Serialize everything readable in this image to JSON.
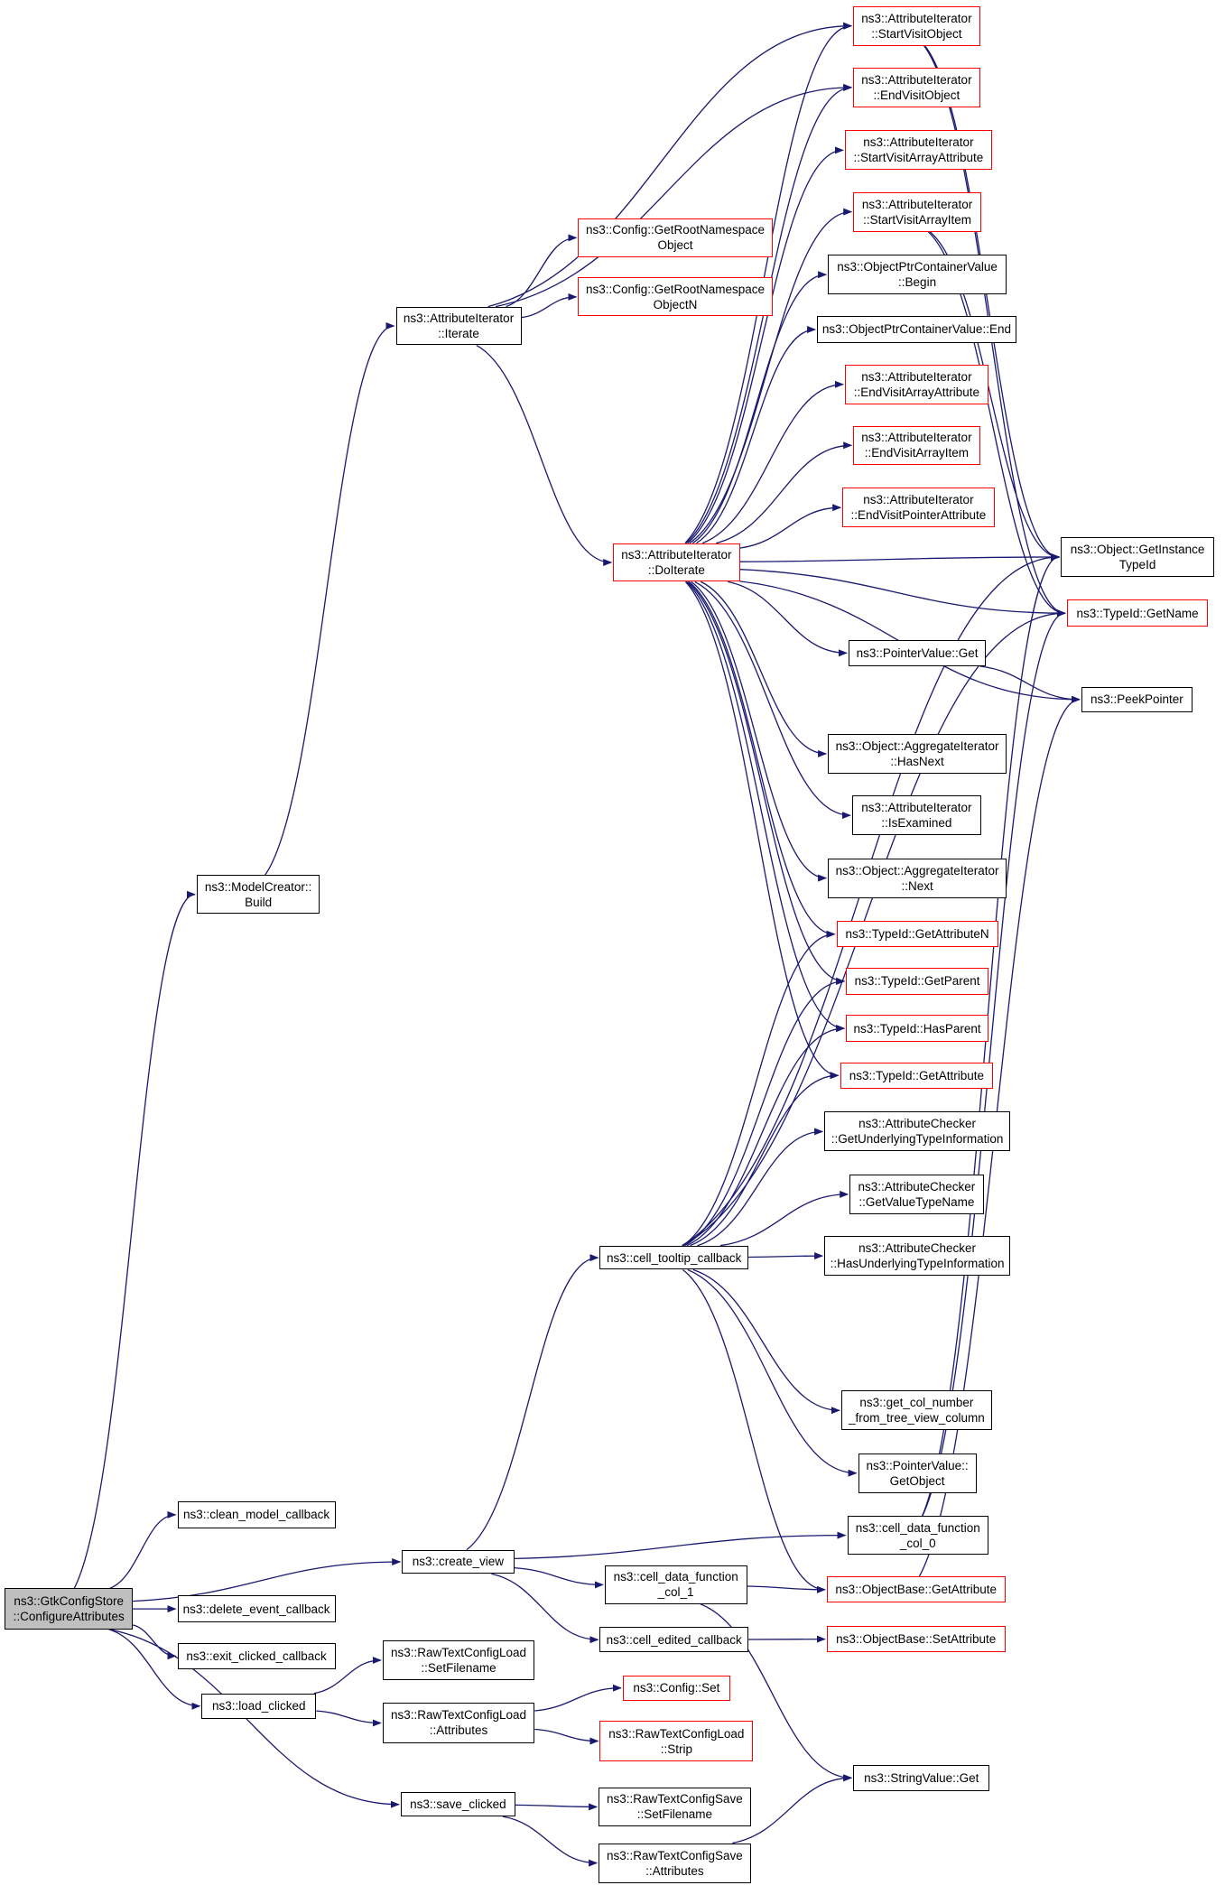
{
  "colors": {
    "edge": "#191970",
    "normal_border": "#000000",
    "link_border": "#ff0000",
    "root_fill": "#bfbfbf"
  },
  "nodes": [
    {
      "id": "root",
      "lines": [
        "ns3::GtkConfigStore",
        "::ConfigureAttributes"
      ],
      "style": "root"
    },
    {
      "id": "modelcreator_build",
      "lines": [
        "ns3::ModelCreator::",
        "Build"
      ],
      "style": "normal"
    },
    {
      "id": "clean_model",
      "lines": [
        "ns3::clean_model_callback"
      ],
      "style": "normal"
    },
    {
      "id": "create_view",
      "lines": [
        "ns3::create_view"
      ],
      "style": "normal"
    },
    {
      "id": "delete_event",
      "lines": [
        "ns3::delete_event_callback"
      ],
      "style": "normal"
    },
    {
      "id": "exit_clicked",
      "lines": [
        "ns3::exit_clicked_callback"
      ],
      "style": "normal"
    },
    {
      "id": "load_clicked",
      "lines": [
        "ns3::load_clicked"
      ],
      "style": "normal"
    },
    {
      "id": "save_clicked",
      "lines": [
        "ns3::save_clicked"
      ],
      "style": "normal"
    },
    {
      "id": "ai_iterate",
      "lines": [
        "ns3::AttributeIterator",
        "::Iterate"
      ],
      "style": "normal"
    },
    {
      "id": "get_root_ns",
      "lines": [
        "ns3::Config::GetRootNamespace",
        "Object"
      ],
      "style": "red"
    },
    {
      "id": "get_root_ns_n",
      "lines": [
        "ns3::Config::GetRootNamespace",
        "ObjectN"
      ],
      "style": "red"
    },
    {
      "id": "ai_doiterate",
      "lines": [
        "ns3::AttributeIterator",
        "::DoIterate"
      ],
      "style": "red"
    },
    {
      "id": "cell_tooltip",
      "lines": [
        "ns3::cell_tooltip_callback"
      ],
      "style": "normal"
    },
    {
      "id": "cell_data_col1",
      "lines": [
        "ns3::cell_data_function",
        "_col_1"
      ],
      "style": "normal"
    },
    {
      "id": "cell_edited",
      "lines": [
        "ns3::cell_edited_callback"
      ],
      "style": "normal"
    },
    {
      "id": "rtcl_setfilename",
      "lines": [
        "ns3::RawTextConfigLoad",
        "::SetFilename"
      ],
      "style": "normal"
    },
    {
      "id": "rtcl_attributes",
      "lines": [
        "ns3::RawTextConfigLoad",
        "::Attributes"
      ],
      "style": "normal"
    },
    {
      "id": "config_set",
      "lines": [
        "ns3::Config::Set"
      ],
      "style": "red"
    },
    {
      "id": "rtcl_strip",
      "lines": [
        "ns3::RawTextConfigLoad",
        "::Strip"
      ],
      "style": "red"
    },
    {
      "id": "rtcs_setfilename",
      "lines": [
        "ns3::RawTextConfigSave",
        "::SetFilename"
      ],
      "style": "normal"
    },
    {
      "id": "rtcs_attributes",
      "lines": [
        "ns3::RawTextConfigSave",
        "::Attributes"
      ],
      "style": "normal"
    },
    {
      "id": "start_visit_object",
      "lines": [
        "ns3::AttributeIterator",
        "::StartVisitObject"
      ],
      "style": "red"
    },
    {
      "id": "end_visit_object",
      "lines": [
        "ns3::AttributeIterator",
        "::EndVisitObject"
      ],
      "style": "red"
    },
    {
      "id": "start_visit_array_attr",
      "lines": [
        "ns3::AttributeIterator",
        "::StartVisitArrayAttribute"
      ],
      "style": "red"
    },
    {
      "id": "start_visit_array_item",
      "lines": [
        "ns3::AttributeIterator",
        "::StartVisitArrayItem"
      ],
      "style": "red"
    },
    {
      "id": "opcv_begin",
      "lines": [
        "ns3::ObjectPtrContainerValue",
        "::Begin"
      ],
      "style": "normal"
    },
    {
      "id": "opcv_end",
      "lines": [
        "ns3::ObjectPtrContainerValue::End"
      ],
      "style": "normal"
    },
    {
      "id": "end_visit_array_attr",
      "lines": [
        "ns3::AttributeIterator",
        "::EndVisitArrayAttribute"
      ],
      "style": "red"
    },
    {
      "id": "end_visit_array_item",
      "lines": [
        "ns3::AttributeIterator",
        "::EndVisitArrayItem"
      ],
      "style": "red"
    },
    {
      "id": "end_visit_pointer_attr",
      "lines": [
        "ns3::AttributeIterator",
        "::EndVisitPointerAttribute"
      ],
      "style": "red"
    },
    {
      "id": "pointervalue_get",
      "lines": [
        "ns3::PointerValue::Get"
      ],
      "style": "normal"
    },
    {
      "id": "agg_hasnext",
      "lines": [
        "ns3::Object::AggregateIterator",
        "::HasNext"
      ],
      "style": "normal"
    },
    {
      "id": "ai_isexamined",
      "lines": [
        "ns3::AttributeIterator",
        "::IsExamined"
      ],
      "style": "normal"
    },
    {
      "id": "agg_next",
      "lines": [
        "ns3::Object::AggregateIterator",
        "::Next"
      ],
      "style": "normal"
    },
    {
      "id": "typeid_getattrn",
      "lines": [
        "ns3::TypeId::GetAttributeN"
      ],
      "style": "red"
    },
    {
      "id": "typeid_getparent",
      "lines": [
        "ns3::TypeId::GetParent"
      ],
      "style": "red"
    },
    {
      "id": "typeid_hasparent",
      "lines": [
        "ns3::TypeId::HasParent"
      ],
      "style": "red"
    },
    {
      "id": "typeid_getattr",
      "lines": [
        "ns3::TypeId::GetAttribute"
      ],
      "style": "red"
    },
    {
      "id": "ac_underlying_info",
      "lines": [
        "ns3::AttributeChecker",
        "::GetUnderlyingTypeInformation"
      ],
      "style": "normal"
    },
    {
      "id": "ac_valuetypename",
      "lines": [
        "ns3::AttributeChecker",
        "::GetValueTypeName"
      ],
      "style": "normal"
    },
    {
      "id": "ac_has_underlying",
      "lines": [
        "ns3::AttributeChecker",
        "::HasUnderlyingTypeInformation"
      ],
      "style": "normal"
    },
    {
      "id": "get_col_number",
      "lines": [
        "ns3::get_col_number",
        "_from_tree_view_column"
      ],
      "style": "normal"
    },
    {
      "id": "pointervalue_getobject",
      "lines": [
        "ns3::PointerValue::",
        "GetObject"
      ],
      "style": "normal"
    },
    {
      "id": "cell_data_col0",
      "lines": [
        "ns3::cell_data_function",
        "_col_0"
      ],
      "style": "normal"
    },
    {
      "id": "objbase_getattr",
      "lines": [
        "ns3::ObjectBase::GetAttribute"
      ],
      "style": "red"
    },
    {
      "id": "objbase_setattr",
      "lines": [
        "ns3::ObjectBase::SetAttribute"
      ],
      "style": "red"
    },
    {
      "id": "stringvalue_get",
      "lines": [
        "ns3::StringValue::Get"
      ],
      "style": "normal"
    },
    {
      "id": "object_getinstancetypeid",
      "lines": [
        "ns3::Object::GetInstance",
        "TypeId"
      ],
      "style": "normal"
    },
    {
      "id": "typeid_getname",
      "lines": [
        "ns3::TypeId::GetName"
      ],
      "style": "red"
    },
    {
      "id": "peekpointer",
      "lines": [
        "ns3::PeekPointer"
      ],
      "style": "normal"
    }
  ],
  "edges": [
    [
      "root",
      "modelcreator_build"
    ],
    [
      "root",
      "clean_model"
    ],
    [
      "root",
      "create_view"
    ],
    [
      "root",
      "delete_event"
    ],
    [
      "root",
      "exit_clicked"
    ],
    [
      "root",
      "load_clicked"
    ],
    [
      "root",
      "save_clicked"
    ],
    [
      "modelcreator_build",
      "ai_iterate"
    ],
    [
      "ai_iterate",
      "start_visit_object"
    ],
    [
      "ai_iterate",
      "get_root_ns"
    ],
    [
      "ai_iterate",
      "get_root_ns_n"
    ],
    [
      "ai_iterate",
      "ai_doiterate"
    ],
    [
      "ai_iterate",
      "end_visit_object"
    ],
    [
      "ai_doiterate",
      "start_visit_object"
    ],
    [
      "ai_doiterate",
      "end_visit_object"
    ],
    [
      "ai_doiterate",
      "start_visit_array_attr"
    ],
    [
      "ai_doiterate",
      "start_visit_array_item"
    ],
    [
      "ai_doiterate",
      "opcv_begin"
    ],
    [
      "ai_doiterate",
      "opcv_end"
    ],
    [
      "ai_doiterate",
      "end_visit_array_attr"
    ],
    [
      "ai_doiterate",
      "end_visit_array_item"
    ],
    [
      "ai_doiterate",
      "end_visit_pointer_attr"
    ],
    [
      "ai_doiterate",
      "object_getinstancetypeid"
    ],
    [
      "ai_doiterate",
      "typeid_getname"
    ],
    [
      "ai_doiterate",
      "pointervalue_get"
    ],
    [
      "ai_doiterate",
      "peekpointer"
    ],
    [
      "ai_doiterate",
      "agg_hasnext"
    ],
    [
      "ai_doiterate",
      "ai_isexamined"
    ],
    [
      "ai_doiterate",
      "agg_next"
    ],
    [
      "ai_doiterate",
      "typeid_getattrn"
    ],
    [
      "ai_doiterate",
      "typeid_getparent"
    ],
    [
      "ai_doiterate",
      "typeid_hasparent"
    ],
    [
      "ai_doiterate",
      "typeid_getattr"
    ],
    [
      "start_visit_object",
      "object_getinstancetypeid"
    ],
    [
      "start_visit_object",
      "typeid_getname"
    ],
    [
      "start_visit_array_item",
      "object_getinstancetypeid"
    ],
    [
      "start_visit_array_item",
      "typeid_getname"
    ],
    [
      "pointervalue_get",
      "peekpointer"
    ],
    [
      "create_view",
      "cell_tooltip"
    ],
    [
      "create_view",
      "cell_data_col0"
    ],
    [
      "create_view",
      "cell_data_col1"
    ],
    [
      "create_view",
      "cell_edited"
    ],
    [
      "cell_tooltip",
      "typeid_getattrn"
    ],
    [
      "cell_tooltip",
      "typeid_getparent"
    ],
    [
      "cell_tooltip",
      "typeid_hasparent"
    ],
    [
      "cell_tooltip",
      "typeid_getattr"
    ],
    [
      "cell_tooltip",
      "ac_underlying_info"
    ],
    [
      "cell_tooltip",
      "ac_valuetypename"
    ],
    [
      "cell_tooltip",
      "ac_has_underlying"
    ],
    [
      "cell_tooltip",
      "object_getinstancetypeid"
    ],
    [
      "cell_tooltip",
      "typeid_getname"
    ],
    [
      "cell_tooltip",
      "get_col_number"
    ],
    [
      "cell_tooltip",
      "pointervalue_getobject"
    ],
    [
      "cell_tooltip",
      "objbase_getattr"
    ],
    [
      "cell_data_col0",
      "object_getinstancetypeid"
    ],
    [
      "cell_data_col0",
      "typeid_getname"
    ],
    [
      "cell_data_col1",
      "objbase_getattr"
    ],
    [
      "cell_data_col1",
      "stringvalue_get"
    ],
    [
      "cell_edited",
      "objbase_setattr"
    ],
    [
      "objbase_getattr",
      "peekpointer"
    ],
    [
      "load_clicked",
      "rtcl_setfilename"
    ],
    [
      "load_clicked",
      "rtcl_attributes"
    ],
    [
      "rtcl_attributes",
      "config_set"
    ],
    [
      "rtcl_attributes",
      "rtcl_strip"
    ],
    [
      "save_clicked",
      "rtcs_setfilename"
    ],
    [
      "save_clicked",
      "rtcs_attributes"
    ],
    [
      "rtcs_attributes",
      "stringvalue_get"
    ]
  ]
}
